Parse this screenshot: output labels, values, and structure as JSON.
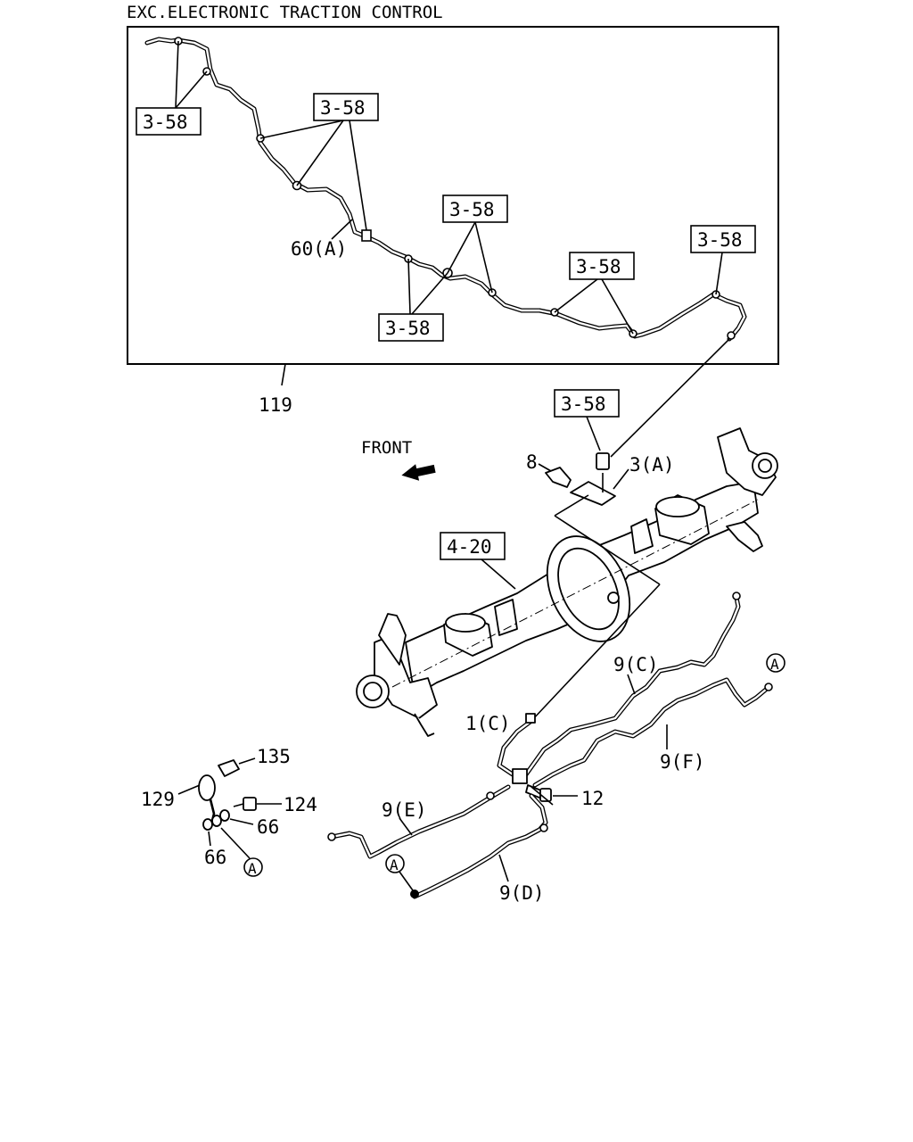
{
  "title": "EXC.ELECTRONIC TRACTION CONTROL",
  "refs": {
    "r1": "3-58",
    "r2": "3-58",
    "r3": "3-58",
    "r4": "3-58",
    "r5": "3-58",
    "r6": "3-58",
    "r7": "3-58",
    "r8": "4-20"
  },
  "labels": {
    "p60a": "60(A)",
    "p119": "119",
    "front": "FRONT",
    "p8": "8",
    "p3a": "3(A)",
    "p9c": "9(C)",
    "p9f": "9(F)",
    "p1c": "1(C)",
    "p12": "12",
    "p9e": "9(E)",
    "p9d": "9(D)",
    "p135": "135",
    "p129": "129",
    "p124": "124",
    "p66a": "66",
    "p66b": "66",
    "cA1": "A",
    "cA2": "A",
    "cA3": "A"
  }
}
